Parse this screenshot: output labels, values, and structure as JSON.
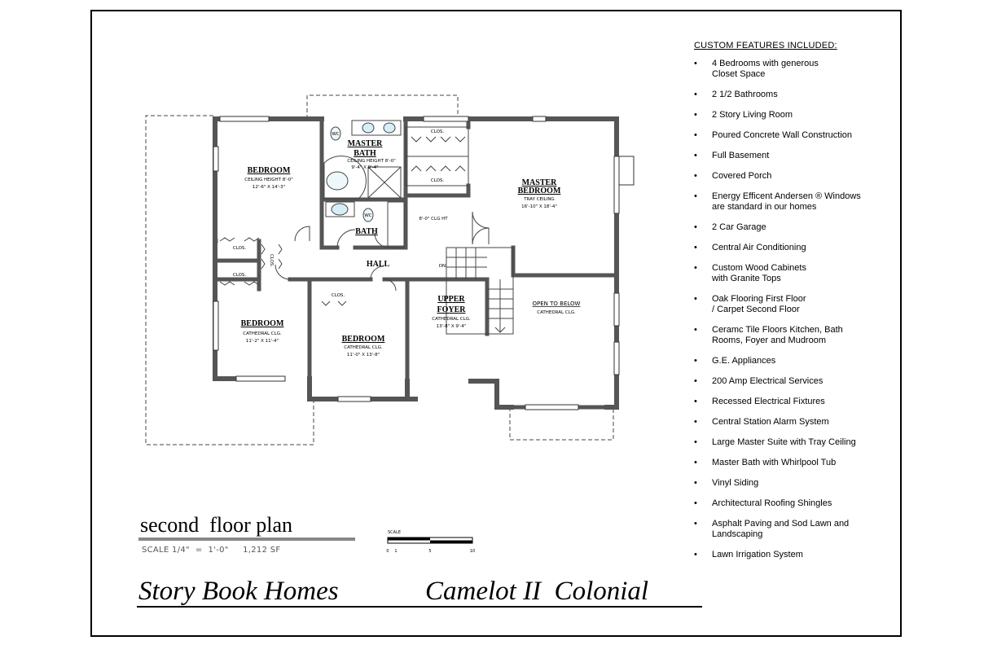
{
  "features": {
    "heading": "CUSTOM FEATURES INCLUDED:",
    "items": [
      [
        "4 Bedrooms with generous",
        "Closet Space"
      ],
      [
        "2 1/2  Bathrooms"
      ],
      [
        "2 Story  Living Room"
      ],
      [
        "Poured Concrete Wall Construction"
      ],
      [
        "Full Basement"
      ],
      [
        "Covered Porch"
      ],
      [
        "Energy Efficent Andersen ® Windows",
        "are standard in our homes"
      ],
      [
        "2 Car Garage"
      ],
      [
        "Central  Air Conditioning"
      ],
      [
        "Custom Wood Cabinets",
        "with Granite Tops"
      ],
      [
        "Oak Flooring First Floor",
        "/ Carpet Second Floor"
      ],
      [
        "Ceramc Tile Floors  Kitchen, Bath",
        "Rooms, Foyer and Mudroom"
      ],
      [
        "G.E.  Appliances"
      ],
      [
        "200 Amp Electrical Services"
      ],
      [
        " Recessed Electrical Fixtures"
      ],
      [
        "Central Station Alarm  System"
      ],
      [
        "Large Master Suite with Tray Ceiling"
      ],
      [
        "Master Bath with Whirlpool Tub"
      ],
      [
        "Vinyl Siding"
      ],
      [
        "Architectural Roofing Shingles"
      ],
      [
        "Asphalt Paving and Sod  Lawn and",
        "Landscaping"
      ],
      [
        "Lawn Irrigation System"
      ]
    ]
  },
  "plan": {
    "title": "second  floor plan",
    "scale_text": "SCALE 1/4\"  =  1'-0\"     1,212 SF",
    "scale_bar": {
      "label": "SCALE",
      "ticks": [
        "0",
        "1",
        "5",
        "10"
      ]
    }
  },
  "brand": {
    "company": "Story Book Homes",
    "model": "Camelot II  Colonial"
  },
  "rooms": {
    "bedroom1": {
      "name": "BEDROOM",
      "line1": "CEILING HEIGHT 8'-0\"",
      "line2": "12'-6\" X 14'-3\""
    },
    "master_bath": {
      "name1": "MASTER",
      "name2": "BATH",
      "line1": "CEILING HEIGHT 8'-0\"",
      "line2": "9'-4\" X 9'-4\""
    },
    "master_bedroom": {
      "name1": "MASTER",
      "name2": "BEDROOM",
      "line1": "TRAY CEILING",
      "line2": "16'-10\" X 18'-4\""
    },
    "bath": {
      "name": "BATH"
    },
    "hall": {
      "name": "HALL",
      "clg": "8'-0\" CLG HT"
    },
    "bedroom2": {
      "name": "BEDROOM",
      "line1": "CATHEDRAL CLG.",
      "line2": "11'-2\" X 11'-4\""
    },
    "bedroom3": {
      "name": "BEDROOM",
      "line1": "CATHEDRAL CLG.",
      "line2": "11'-0\" X 13'-8\""
    },
    "upper_foyer": {
      "name1": "UPPER",
      "name2": "FOYER",
      "line1": "CATHEDRAL CLG.",
      "line2": "13'-8\" X 9'-4\""
    },
    "open_to_below": {
      "name": "OPEN TO BELOW",
      "line1": "CATHEDRAL CLG."
    }
  },
  "fixtures": {
    "clos": "CLOS.",
    "wc": "WC",
    "dn": "DN"
  }
}
